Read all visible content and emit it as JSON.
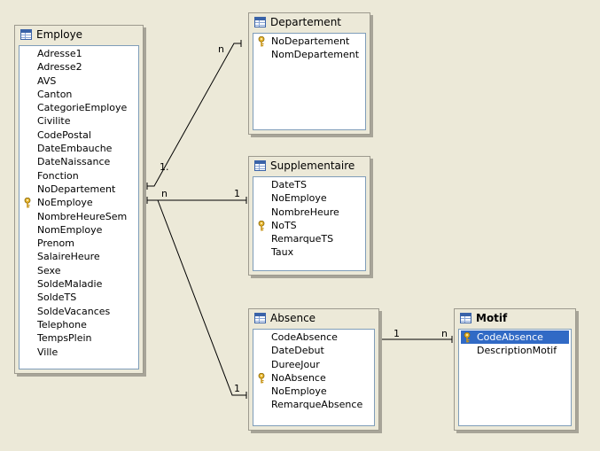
{
  "tables": {
    "employe": {
      "title": "Employe",
      "fields": [
        {
          "name": "Adresse1",
          "key": false
        },
        {
          "name": "Adresse2",
          "key": false
        },
        {
          "name": "AVS",
          "key": false
        },
        {
          "name": "Canton",
          "key": false
        },
        {
          "name": "CategorieEmploye",
          "key": false
        },
        {
          "name": "Civilite",
          "key": false
        },
        {
          "name": "CodePostal",
          "key": false
        },
        {
          "name": "DateEmbauche",
          "key": false
        },
        {
          "name": "DateNaissance",
          "key": false
        },
        {
          "name": "Fonction",
          "key": false
        },
        {
          "name": "NoDepartement",
          "key": false
        },
        {
          "name": "NoEmploye",
          "key": true
        },
        {
          "name": "NombreHeureSem",
          "key": false
        },
        {
          "name": "NomEmploye",
          "key": false
        },
        {
          "name": "Prenom",
          "key": false
        },
        {
          "name": "SalaireHeure",
          "key": false
        },
        {
          "name": "Sexe",
          "key": false
        },
        {
          "name": "SoldeMaladie",
          "key": false
        },
        {
          "name": "SoldeTS",
          "key": false
        },
        {
          "name": "SoldeVacances",
          "key": false
        },
        {
          "name": "Telephone",
          "key": false
        },
        {
          "name": "TempsPlein",
          "key": false
        },
        {
          "name": "Ville",
          "key": false
        }
      ]
    },
    "departement": {
      "title": "Departement",
      "fields": [
        {
          "name": "NoDepartement",
          "key": true
        },
        {
          "name": "NomDepartement",
          "key": false
        }
      ]
    },
    "supplementaire": {
      "title": "Supplementaire",
      "fields": [
        {
          "name": "DateTS",
          "key": false
        },
        {
          "name": "NoEmploye",
          "key": false
        },
        {
          "name": "NombreHeure",
          "key": false
        },
        {
          "name": "NoTS",
          "key": true
        },
        {
          "name": "RemarqueTS",
          "key": false
        },
        {
          "name": "Taux",
          "key": false
        }
      ]
    },
    "absence": {
      "title": "Absence",
      "fields": [
        {
          "name": "CodeAbsence",
          "key": false
        },
        {
          "name": "DateDebut",
          "key": false
        },
        {
          "name": "DureeJour",
          "key": false
        },
        {
          "name": "NoAbsence",
          "key": true
        },
        {
          "name": "NoEmploye",
          "key": false
        },
        {
          "name": "RemarqueAbsence",
          "key": false
        }
      ]
    },
    "motif": {
      "title": "Motif",
      "fields": [
        {
          "name": "CodeAbsence",
          "key": true,
          "selected": true
        },
        {
          "name": "DescriptionMotif",
          "key": false
        }
      ]
    }
  },
  "relations": {
    "emp_dep": {
      "from_card": "1.",
      "to_card": "n"
    },
    "emp_sup": {
      "from_card": "n",
      "to_card": "1"
    },
    "emp_abs": {
      "to_card": "1"
    },
    "abs_mot": {
      "from_card": "1",
      "to_card": "n"
    }
  },
  "colors": {
    "background": "#ece9d8",
    "selection": "#316ac5",
    "key_icon": "#d4a520"
  }
}
